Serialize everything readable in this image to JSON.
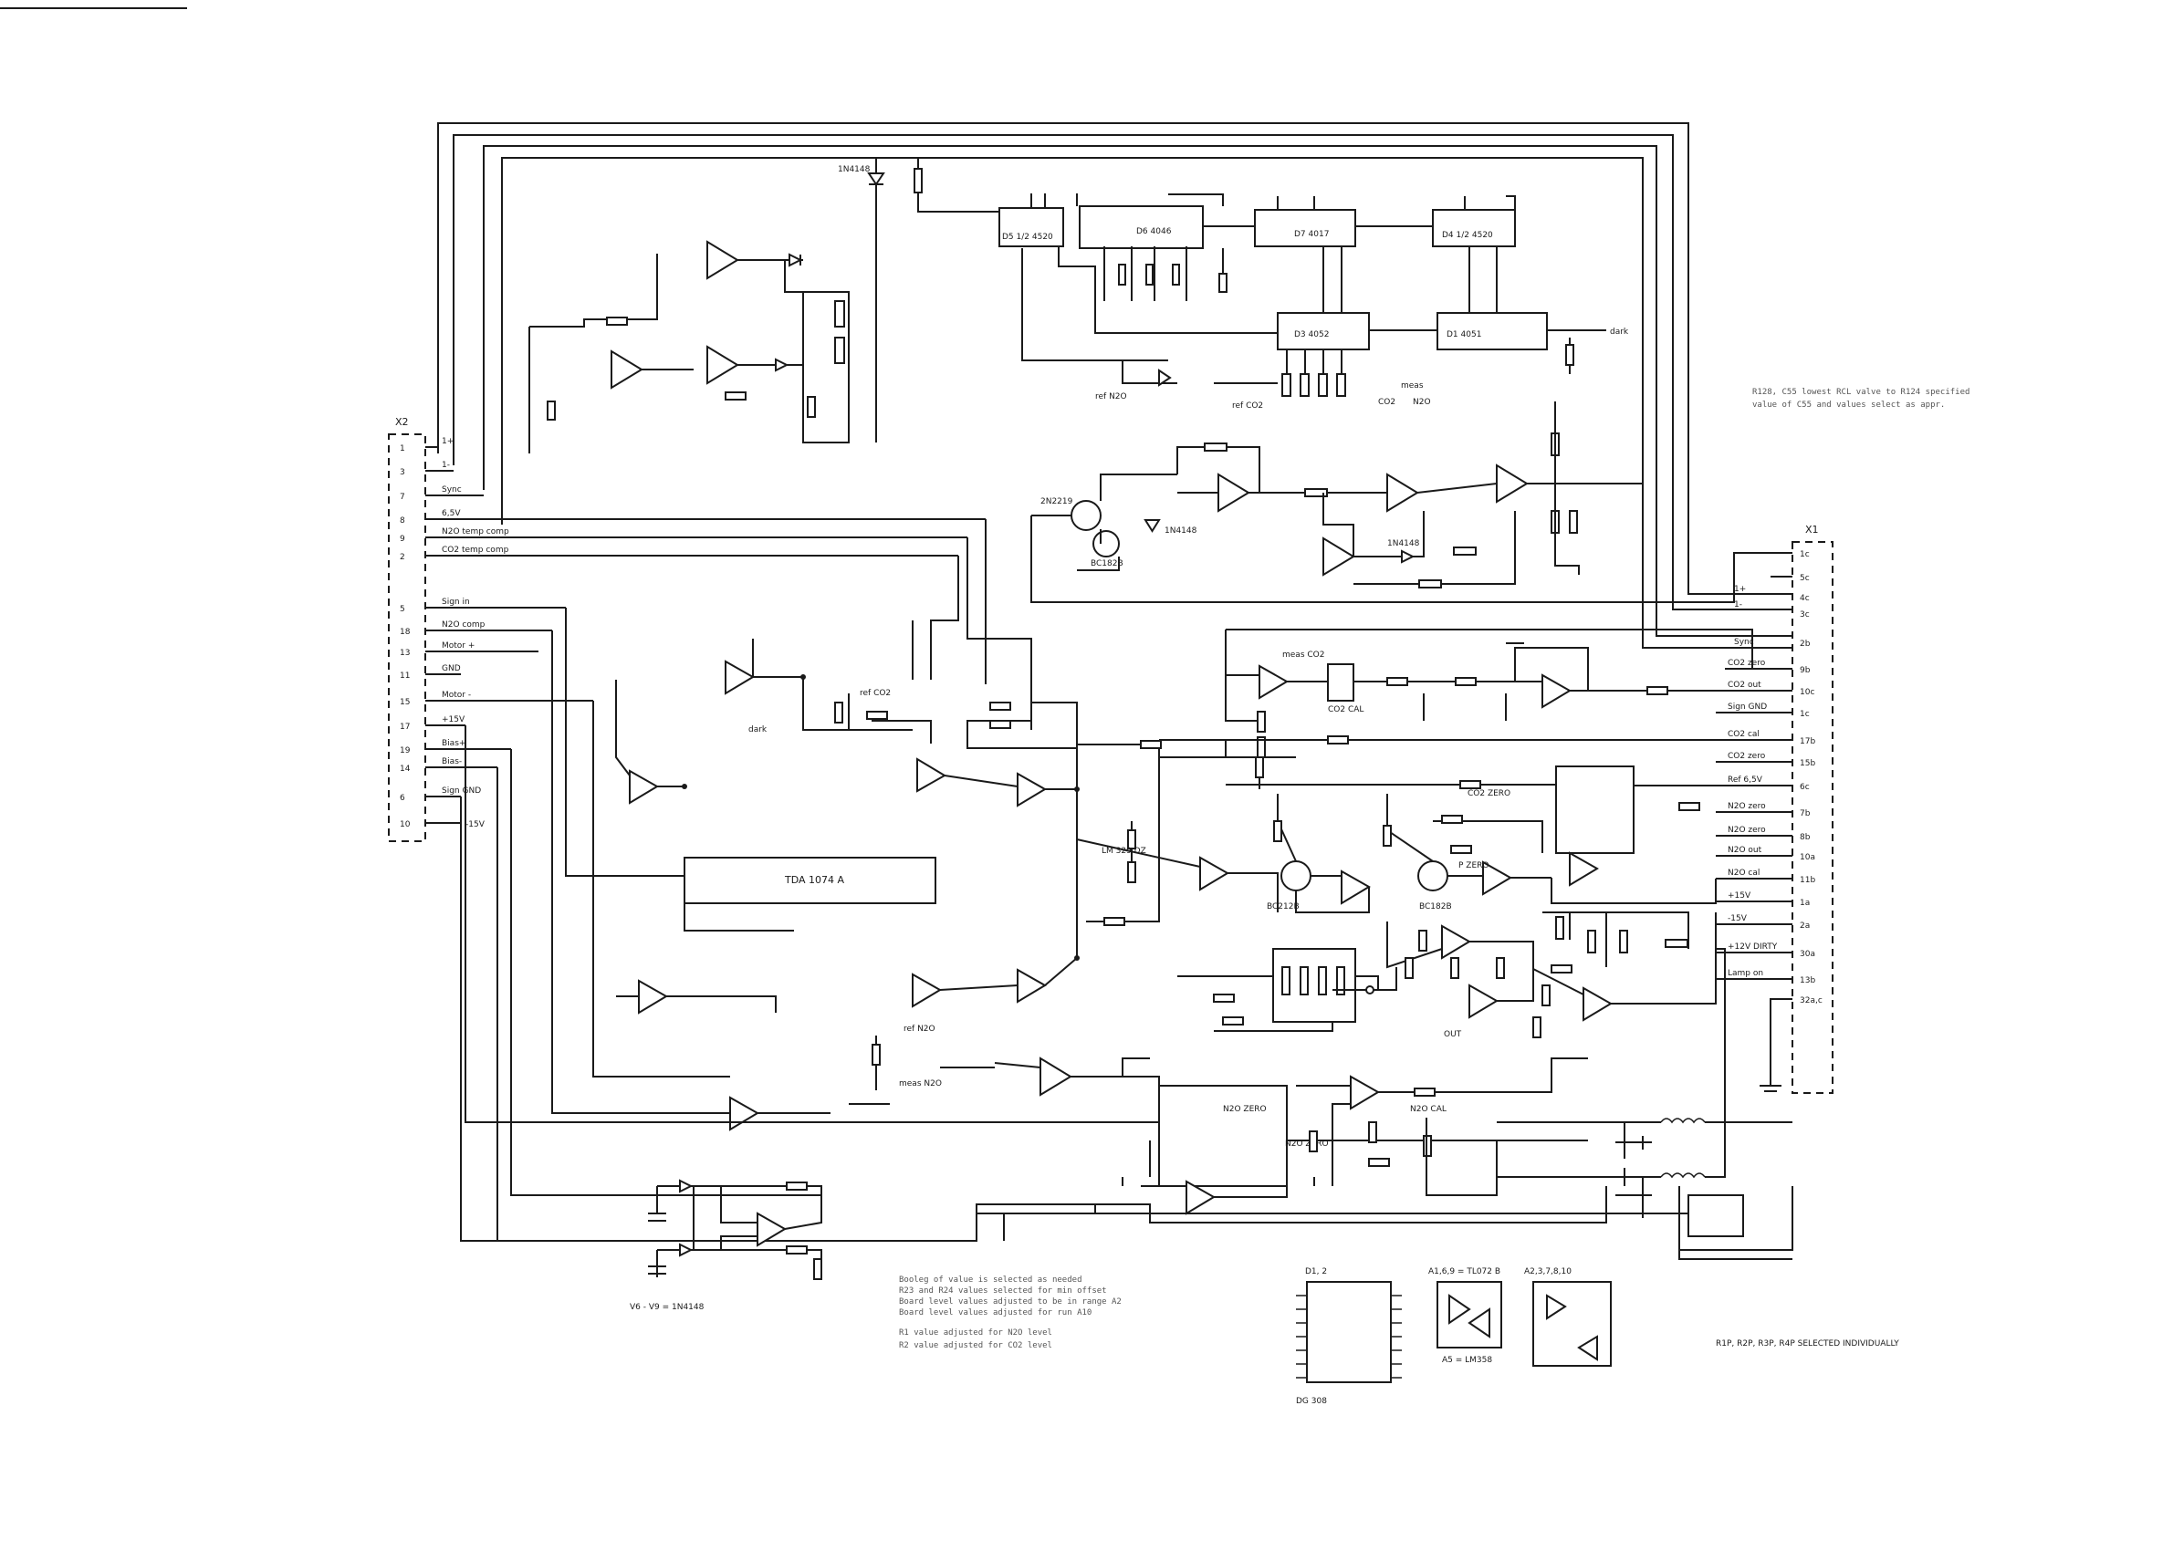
{
  "connector_x2": {
    "name": "X2",
    "pins": [
      {
        "num": "1",
        "label": "1+"
      },
      {
        "num": "3",
        "label": "1-"
      },
      {
        "num": "7",
        "label": "Sync"
      },
      {
        "num": "8",
        "label": "6,5V"
      },
      {
        "num": "9",
        "label": "N2O temp comp"
      },
      {
        "num": "2",
        "label": "CO2 temp comp"
      },
      {
        "num": "5",
        "label": "Sign in"
      },
      {
        "num": "18",
        "label": "N2O comp"
      },
      {
        "num": "13",
        "label": "Motor +"
      },
      {
        "num": "11",
        "label": "GND"
      },
      {
        "num": "15",
        "label": "Motor -"
      },
      {
        "num": "17",
        "label": "+15V"
      },
      {
        "num": "19",
        "label": "Bias+"
      },
      {
        "num": "14",
        "label": "Bias-"
      },
      {
        "num": "6",
        "label": "Sign GND"
      },
      {
        "num": "10",
        "label": "-15V"
      }
    ]
  },
  "connector_x1": {
    "name": "X1",
    "pins": [
      {
        "num": "1c",
        "label": ""
      },
      {
        "num": "5c",
        "label": ""
      },
      {
        "num": "4c",
        "label": "1+"
      },
      {
        "num": "3c",
        "label": "1-"
      },
      {
        "num": "2b",
        "label": "Sync"
      },
      {
        "num": "9b",
        "label": "CO2 zero"
      },
      {
        "num": "10c",
        "label": "CO2 out"
      },
      {
        "num": "1c",
        "label": "Sign GND"
      },
      {
        "num": "17b",
        "label": "CO2 cal"
      },
      {
        "num": "15b",
        "label": "CO2 zero"
      },
      {
        "num": "6c",
        "label": "Ref 6,5V"
      },
      {
        "num": "7b",
        "label": "N2O zero"
      },
      {
        "num": "8b",
        "label": "N2O zero"
      },
      {
        "num": "10a",
        "label": "N2O out"
      },
      {
        "num": "11b",
        "label": "N2O cal"
      },
      {
        "num": "1a",
        "label": "+15V"
      },
      {
        "num": "2a",
        "label": "-15V"
      },
      {
        "num": "30a",
        "label": "+12V DIRTY"
      },
      {
        "num": "13b",
        "label": "Lamp on"
      },
      {
        "num": "32a,c",
        "label": ""
      }
    ]
  },
  "ics": [
    {
      "id": "D5",
      "label": "D5 1/2 4520"
    },
    {
      "id": "D6",
      "label": "D6 4046"
    },
    {
      "id": "D7",
      "label": "D7 4017"
    },
    {
      "id": "D4",
      "label": "D4 1/2 4520"
    },
    {
      "id": "D3",
      "label": "D3 4052"
    },
    {
      "id": "D1",
      "label": "D1 4051"
    },
    {
      "id": "A4",
      "label": "TDA 1074 A"
    }
  ],
  "signal_labels": {
    "dark": "dark",
    "ref_n2o": "ref N2O",
    "ref_co2": "ref CO2",
    "meas": "meas",
    "co2": "CO2",
    "n2o": "N2O",
    "meas_co2": "meas CO2",
    "meas_n2o": "meas N2O",
    "ref_co2_b": "ref CO2",
    "ref_n2o_b": "ref N2O",
    "co2_cal": "CO2 CAL",
    "co2_zero": "CO2 ZERO",
    "n2o_zero": "N2O ZERO",
    "n2o_cal": "N2O CAL",
    "p_zero": "P ZERO",
    "out": "OUT",
    "n2o_zero_b": "N2O ZERO"
  },
  "transistors": [
    {
      "ref": "V1",
      "type": "2N2219"
    },
    {
      "ref": "V15",
      "type": "BC182B"
    },
    {
      "ref": "V10",
      "type": "BC212B"
    },
    {
      "ref": "V11",
      "type": "BC182B"
    }
  ],
  "diodes": [
    {
      "ref": "V17",
      "type": "1N4148"
    },
    {
      "ref": "V4",
      "type": "1N4148"
    },
    {
      "ref": "V5",
      "type": "1N4148"
    },
    {
      "ref": "V12",
      "type": "1N4148"
    },
    {
      "ref": "V13",
      "type": "1N4148"
    },
    {
      "ref": "V2",
      "type": "LM 329 DZ"
    }
  ],
  "notes": {
    "upper_right_1": "R128, C55 lowest RCL valve to R124 specified",
    "upper_right_2": "value of C55 and values select as appr.",
    "bottom_legend_1": "Booleg of value is selected as needed",
    "bottom_legend_2": "R23 and R24 values selected for min offset",
    "bottom_legend_3": "Board level values adjusted to be in range A2",
    "bottom_legend_4": "Board level values adjusted for run A10",
    "bottom_legend_5": "R1 value adjusted for N2O level",
    "bottom_legend_6": "R2 value adjusted for CO2 level",
    "selected": "R1P, R2P, R3P, R4P SELECTED INDIVIDUALLY",
    "diodes_bottom": "V6 - V9 = 1N4148"
  },
  "pinouts": [
    {
      "title": "D1, 2",
      "part": "DG 308"
    },
    {
      "title": "A1,6,9 = TL072 B",
      "part": "A5 = LM358"
    },
    {
      "title": "A2,3,7,8,10",
      "part": ""
    }
  ]
}
